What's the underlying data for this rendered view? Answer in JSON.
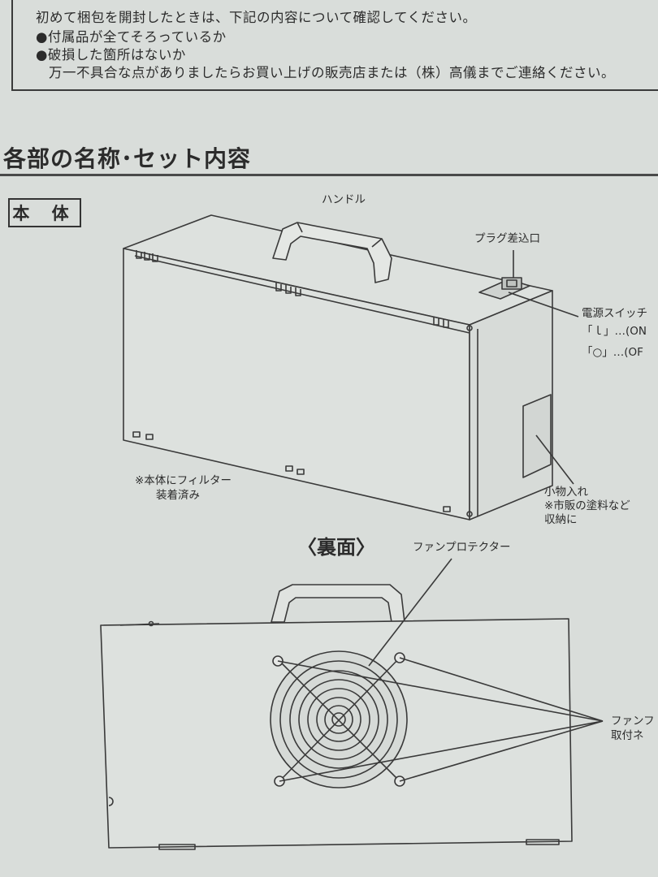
{
  "notice": {
    "line1": "初めて梱包を開封したときは、下記の内容について確認してください。",
    "line2": "●付属品が全てそろっているか",
    "line3": "●破損した箇所はないか",
    "line4": "万一不具合な点がありましたらお買い上げの販売店または（株）高儀までご連絡ください。"
  },
  "section": {
    "title": "各部の名称･セット内容"
  },
  "main_unit": {
    "heading": "本 体",
    "labels": {
      "handle": "ハンドル",
      "plug_inlet": "プラグ差込口",
      "power_switch": "電源スイッチ",
      "switch_on": "「ｌ」…(ON",
      "switch_off": "「○」…(OF",
      "filter_note_1": "※本体にフィルター",
      "filter_note_2": "装着済み",
      "storage": "小物入れ",
      "storage_note_1": "※市販の塗料など",
      "storage_note_2": "収納に"
    }
  },
  "back_view": {
    "heading": "〈裏面〉",
    "labels": {
      "fan_protector": "ファンプロテクター",
      "fan_screw_1": "ファンフ",
      "fan_screw_2": "取付ネ"
    }
  }
}
